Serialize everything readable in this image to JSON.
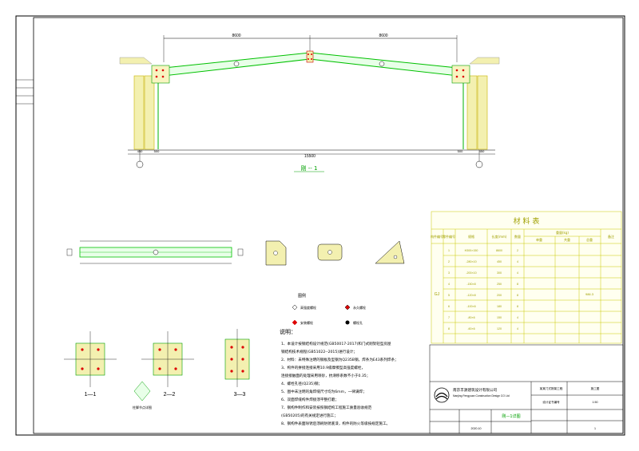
{
  "main_view": {
    "title": "刚 -- 1",
    "total_span": "15500",
    "left_half": "8600",
    "right_half": "8600",
    "dims_left": [
      "450",
      "500"
    ],
    "dims_right": [
      "500",
      "450"
    ]
  },
  "notes": {
    "title": "说明：",
    "items": [
      "1、本设计按钢结构设计规范(GB50017-2017)和门式刚架轻型房屋",
      "   钢结构技术规程(GB51022--2015)进行设计；",
      "2、材料：未特殊注明的钢板及型钢为Q235B钢，焊条为E43系列焊条；",
      "3、构件的拼接连接采用10.9级摩擦型高强度螺栓，",
      "   连接接触面的处理采用喷砂，抗滑移系数不小于0.35；",
      "4、螺栓孔径(Q235)钢；",
      "5、图中未注明的角焊缝尺寸均为6mm，一律满焊；",
      "6、双面焊缝构件焊接须平整打磨；",
      "7、钢构件制作和安装按照钢结构工程施工质量验收规范",
      "   (GB50205)的有关规定进行施工；",
      "8、钢构件表面除锈后须刷防锈底漆，构件的防火等级按规定施工。"
    ]
  },
  "legend": {
    "title": "图例",
    "items": [
      "高强度螺栓",
      "永久螺栓",
      "安装螺栓",
      "螺栓孔"
    ]
  },
  "material_table": {
    "title": "材 料 表",
    "headers": [
      "构件编号",
      "零件编号",
      "规格",
      "长度(mm)",
      "数量",
      "重量(kg)",
      "单重",
      "共重",
      "总重",
      "备注"
    ],
    "rows": [
      [
        "1",
        "H300×150",
        "8600",
        "2",
        "",
        "",
        ""
      ],
      [
        "2",
        "-280×10",
        "450",
        "4",
        "",
        "",
        ""
      ],
      [
        "3",
        "-200×10",
        "300",
        "4",
        "",
        "",
        ""
      ],
      [
        "4",
        "-150×8",
        "250",
        "8",
        "",
        "",
        ""
      ],
      [
        "5",
        "-120×8",
        "200",
        "8",
        "",
        "",
        ""
      ],
      [
        "6",
        "-100×6",
        "180",
        "8",
        "",
        "",
        ""
      ],
      [
        "7",
        "-80×6",
        "150",
        "4",
        "",
        "",
        ""
      ],
      [
        "8",
        "-60×6",
        "120",
        "4",
        "",
        "",
        ""
      ]
    ],
    "group_label": "GJ",
    "total_weight": "986.3"
  },
  "sections": {
    "labels": [
      "1—1",
      "2—2",
      "3—3"
    ],
    "extra_label": "柱脚节点详图"
  },
  "title_block": {
    "company_cn": "南京丰源建筑设计有限公司",
    "company_en": "Nanjing Fengyuan Construction Design CO Ltd",
    "project": "某某门式刚架工程",
    "drawing_name": "刚—1详图",
    "date": "2020.10",
    "scale": "1:50",
    "sheet": "1",
    "phase": "施工图",
    "cert": "设计证书编号"
  }
}
